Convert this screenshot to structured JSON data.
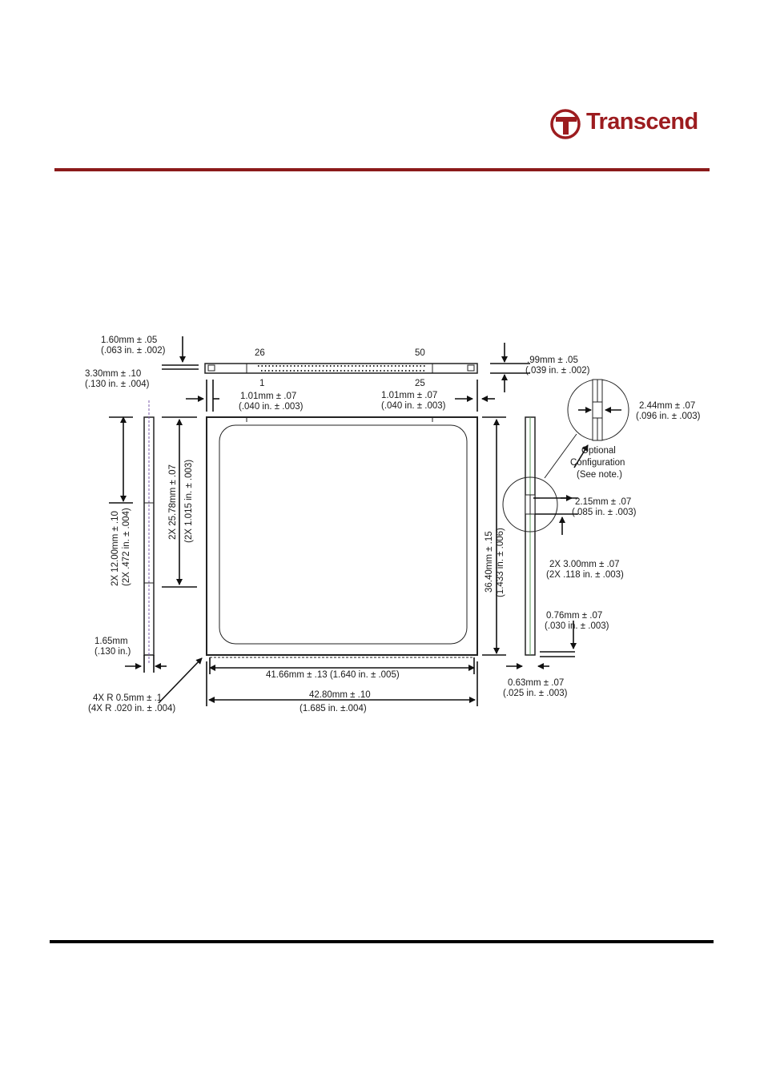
{
  "header": {
    "logo_text": "Transcend",
    "brand_color": "#9c1c1f",
    "rule_color": "#8b1a1a"
  },
  "drawing": {
    "pin_top_left": "26",
    "pin_top_right": "50",
    "pin_bottom_left": "1",
    "pin_bottom_right": "25",
    "dims": {
      "d1a": "1.60mm ± .05",
      "d1b": "(.063 in. ± .002)",
      "d2a": "3.30mm ± .10",
      "d2b": "(.130 in. ± .004)",
      "d3a": "1.01mm ± .07",
      "d3b": "(.040 in. ± .003)",
      "d4a": "1.01mm ± .07",
      "d4b": "(.040 in. ± .003)",
      "d5a": ".99mm ± .05",
      "d5b": "(.039 in. ± .002)",
      "d6a": "2.44mm ± .07",
      "d6b": "(.096 in. ± .003)",
      "opt1": "Optional",
      "opt2": "Configuration",
      "opt3": "(See note.)",
      "d7a": "2.15mm ± .07",
      "d7b": "(.085 in. ± .003)",
      "d8a": "2X 3.00mm ± .07",
      "d8b": "(2X .118 in. ± .003)",
      "d9a": "0.76mm ± .07",
      "d9b": "(.030 in. ± .003)",
      "d10a": "0.63mm ± .07",
      "d10b": "(.025 in. ± .003)",
      "d11": "41.66mm ± .13 (1.640 in. ± .005)",
      "d12a": "42.80mm ± .10",
      "d12b": "(1.685 in. ±.004)",
      "d13a": "4X R 0.5mm ± .1",
      "d13b": "(4X R .020 in. ± .004)",
      "d14a": "1.65mm",
      "d14b": "(.130 in.)",
      "v1a": "2X 12.00mm ± .10",
      "v1b": "(2X .472 in. ± .004)",
      "v2a": "2X 25.78mm ± .07",
      "v2b": "(2X 1.015 in. ± .003)",
      "v3a": "36.40mm ± .15",
      "v3b": "(1.433 in. ± .006)"
    }
  }
}
